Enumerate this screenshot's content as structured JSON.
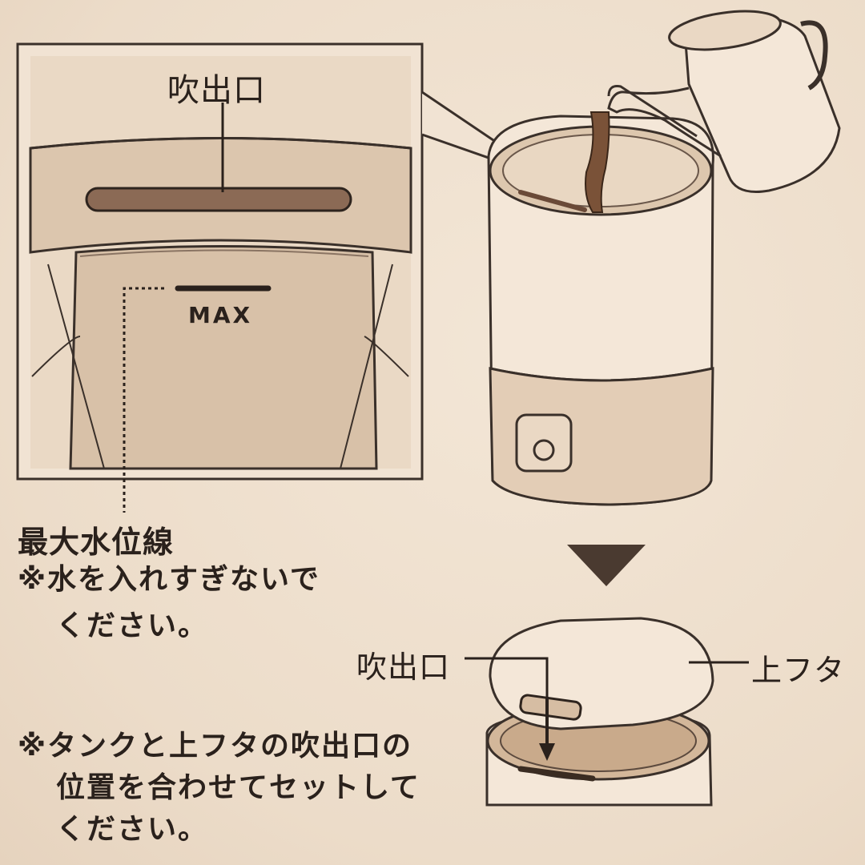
{
  "inset": {
    "outlet_label": "吹出口",
    "max_label": "MAX"
  },
  "max_line": {
    "title": "最大水位線",
    "note_line1": "※水を入れすぎないで",
    "note_line2": "ください。"
  },
  "lid": {
    "outlet_label": "吹出口",
    "lid_label": "上フタ"
  },
  "alignment_note": {
    "line1": "※タンクと上フタの吹出口の",
    "line2": "位置を合わせてセットして",
    "line3": "ください。"
  }
}
